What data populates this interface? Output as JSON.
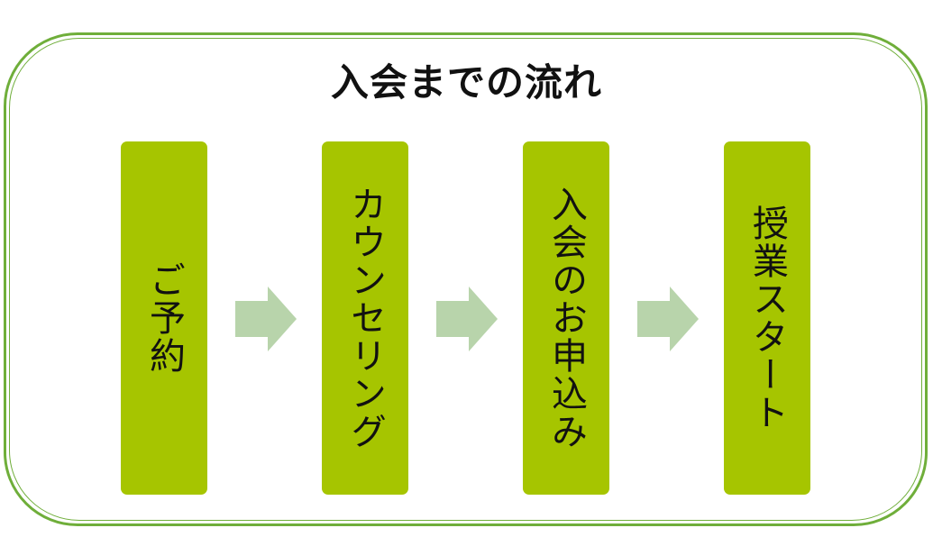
{
  "title": "入会までの流れ",
  "steps": [
    {
      "label": "ご予約"
    },
    {
      "label": "カウンセリング"
    },
    {
      "label": "入会のお申込み"
    },
    {
      "label": "授業スタート"
    }
  ],
  "colors": {
    "border": "#6fae3a",
    "step_fill": "#a6c500",
    "arrow_fill": "#b8d4ab",
    "text": "#111111"
  }
}
